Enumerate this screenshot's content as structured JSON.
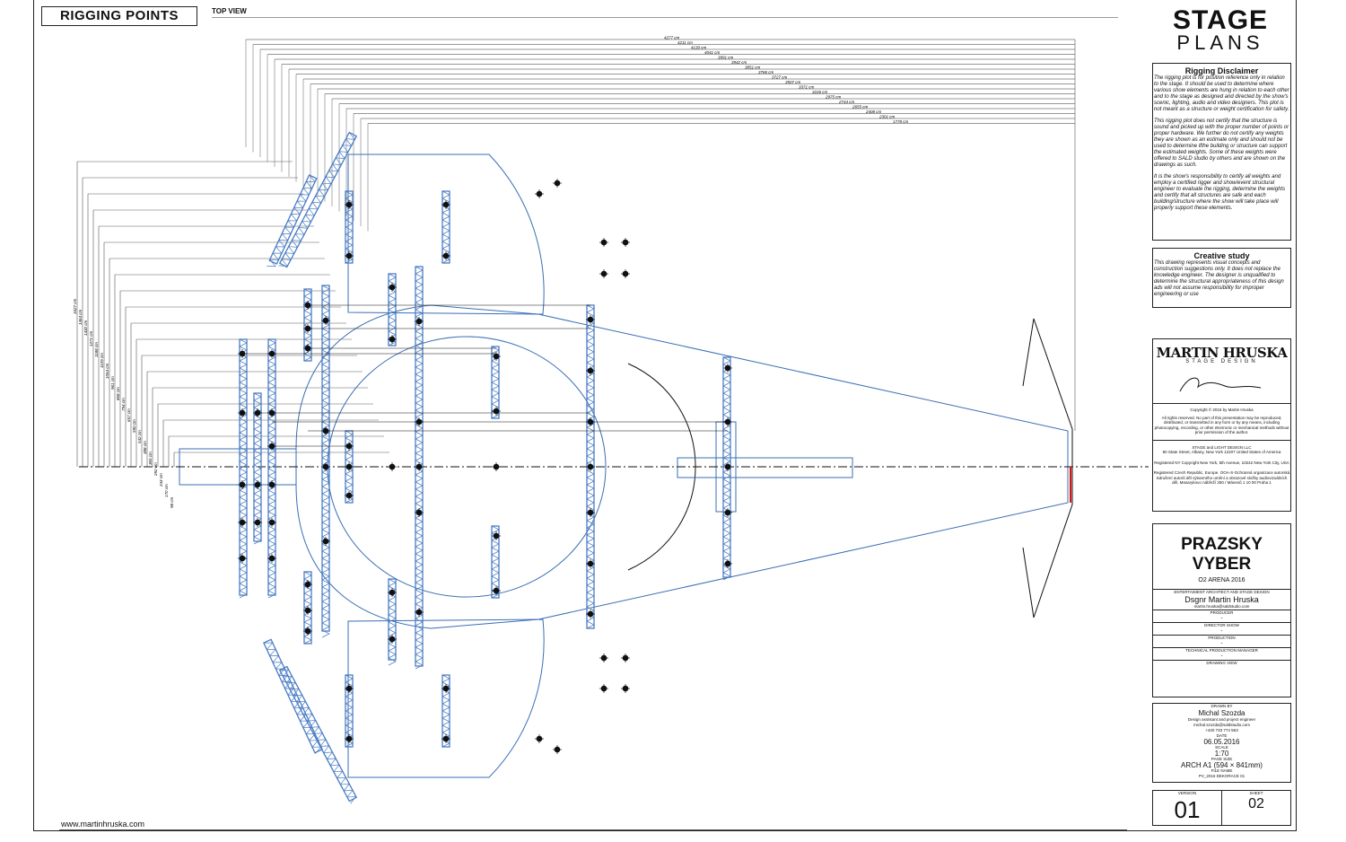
{
  "header": {
    "title": "RIGGING POINTS",
    "view": "TOP VIEW",
    "website": "www.martinhruska.com"
  },
  "dimensions": {
    "horizontal": [
      "4277 cm",
      "4211 cm",
      "4130 cm",
      "4041 cm",
      "3991 cm",
      "3942 cm",
      "3851 cm",
      "3766 cm",
      "3727 cm",
      "3507 cm",
      "3371 cm",
      "3226 cm",
      "2975 cm",
      "2744 cm",
      "2655 cm",
      "2408 cm",
      "2301 cm",
      "1778 cm"
    ],
    "vertical": [
      "1627 cm",
      "1464 cm",
      "1430 cm",
      "1271 cm",
      "1188 cm",
      "1109 cm",
      "1064 cm",
      "961 cm",
      "868 cm",
      "794 cm",
      "657 cm",
      "590 cm",
      "542 cm",
      "488 cm",
      "365 cm",
      "292 cm",
      "244 cm",
      "170 cm",
      "98 cm"
    ]
  },
  "panel": {
    "stage_title_1": "STAGE",
    "stage_title_2": "PLANS",
    "disclaimer_title": "Rigging Disclaimer",
    "disclaimer_p1": "The rigging plot is for position reference only in relation to the stage. It should be used to determine where various show elements are hung in relation to each other and to the stage as designed and directed by the show's scenic, lighting, audio and video designers. This plot is not meant as a structure or weight certification for safety.",
    "disclaimer_p2": "This rigging plot does not certify that the structure is sound and picked up with the proper number of points or proper hardware. We further do not certify any weights they are shown as an estimate only and should not be used to determine ifthe building or structure can support the estimated weights. Some of these weights were offered to SALD studio by others and are shown on the drawings as such.",
    "disclaimer_p3": "It is the show's responsibility to certify all weights and employ a certified rigger and show/event structural engineer to evaluate the rigging, determine the weights and certify that all structures are safe and each building/structure where the show will take place will properly support these elements.",
    "creative_title": "Creative study",
    "creative_text": "This drawing represents visual concepts and construction suggestions only. It does not replace the knowledge engineer. The designer is unqualified to determine the structural appropriateness of this design ads will not assume responsibility for improper engineering or use",
    "brand": "MARTIN HRUSKA",
    "brand_sub": "STAGE DESIGN",
    "copyright": "Copyright © 2015 by Martin Hruska",
    "rights": "All rights reserved. No part of this presentation may be reproduced, distributed, or transmitted in any form or by any means, including photocopying, recording, or other electronic or mechanical methods without prior permission of the author.",
    "company": "STAGE and LIGHT DESIGN LLC",
    "company_addr": "80 State Street, Albany, New York 12207 United States of America",
    "registered_ny": "Registered NY Copyright New York, 5th Avenue, 10242 New York City, USA",
    "registered_cz": "Registered Czech Republic, Europe. OOA-S-Ochranná organizace autorská Sdružení autorů děl výtvarného umění a obrazové složky audiovizuálních děl, Masarykovo nábřeží 250 / Mánesů 1 10 00 Praha 1",
    "project_1": "PRAZSKY",
    "project_2": "VYBER",
    "project_sub": "O2 ARENA 2016",
    "architect_label": "ENTERTAIMENT ARCHITECT AND STAGE DESIGN",
    "designer": "Dsgnr Martin Hruska",
    "designer_email": "martin.hruska@saldstudio.com",
    "producer_label": "PRODUCER",
    "producer": "-",
    "director_label": "DIRECTOR SHOW",
    "director": "-",
    "production_label": "PRODUCTION",
    "production": "-",
    "tpm_label": "TECHNICAL PRODUCTION MANAGER",
    "tpm": "-",
    "drawing_view_label": "DRAWING VIEW",
    "drawn_by_label": "DRAWN BY",
    "drawn_by": "Michal Szozda",
    "drawn_role": "Design assistant and project engineer",
    "drawn_email": "michal.szozda@saldstudio.com",
    "drawn_phone": "+420 733 774 563",
    "date_label": "DATE",
    "date": "06.05.2016",
    "scale_label": "SCALE",
    "scale": "1:70",
    "page_size_label": "PAGE SIZE",
    "page_size": "ARCH A1 (594 × 841mm)",
    "file_name_label": "FILE NAME",
    "file_name": "PV_2016 DEKORACE 01",
    "version_label": "VERSION",
    "version": "01",
    "sheet_label": "SHEET",
    "sheet": "02"
  },
  "colors": {
    "structure": "#3a6fb5",
    "truss": "#4a7cc4",
    "line": "#111111",
    "marker": "#e01010"
  }
}
